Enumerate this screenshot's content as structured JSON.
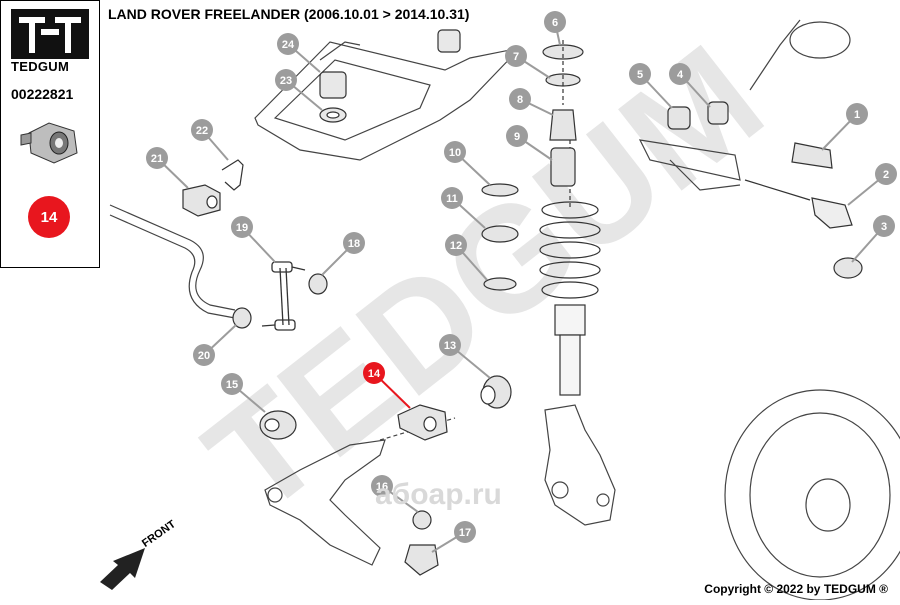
{
  "title": "LAND ROVER FREELANDER  (2006.10.01 > 2014.10.31)",
  "brand": {
    "name": "TEDGUM",
    "part_code": "00222821",
    "highlight_number": "14"
  },
  "copyright": "Copyright © 2022 by TEDGUM ®",
  "watermark_text": "TEDGUM",
  "watermark_secondary": "aбoap.ru",
  "front_label": "FRONT",
  "colors": {
    "highlight": "#e8161e",
    "callout": "#9c9c9c",
    "line": "#333333",
    "watermark": "#e3e3e3"
  },
  "callouts": [
    {
      "n": "1"
    },
    {
      "n": "2"
    },
    {
      "n": "3"
    },
    {
      "n": "4"
    },
    {
      "n": "5"
    },
    {
      "n": "6"
    },
    {
      "n": "7"
    },
    {
      "n": "8"
    },
    {
      "n": "9"
    },
    {
      "n": "10"
    },
    {
      "n": "11"
    },
    {
      "n": "12"
    },
    {
      "n": "13"
    },
    {
      "n": "14"
    },
    {
      "n": "15"
    },
    {
      "n": "16"
    },
    {
      "n": "17"
    },
    {
      "n": "18"
    },
    {
      "n": "19"
    },
    {
      "n": "20"
    },
    {
      "n": "21"
    },
    {
      "n": "22"
    },
    {
      "n": "23"
    },
    {
      "n": "24"
    }
  ]
}
